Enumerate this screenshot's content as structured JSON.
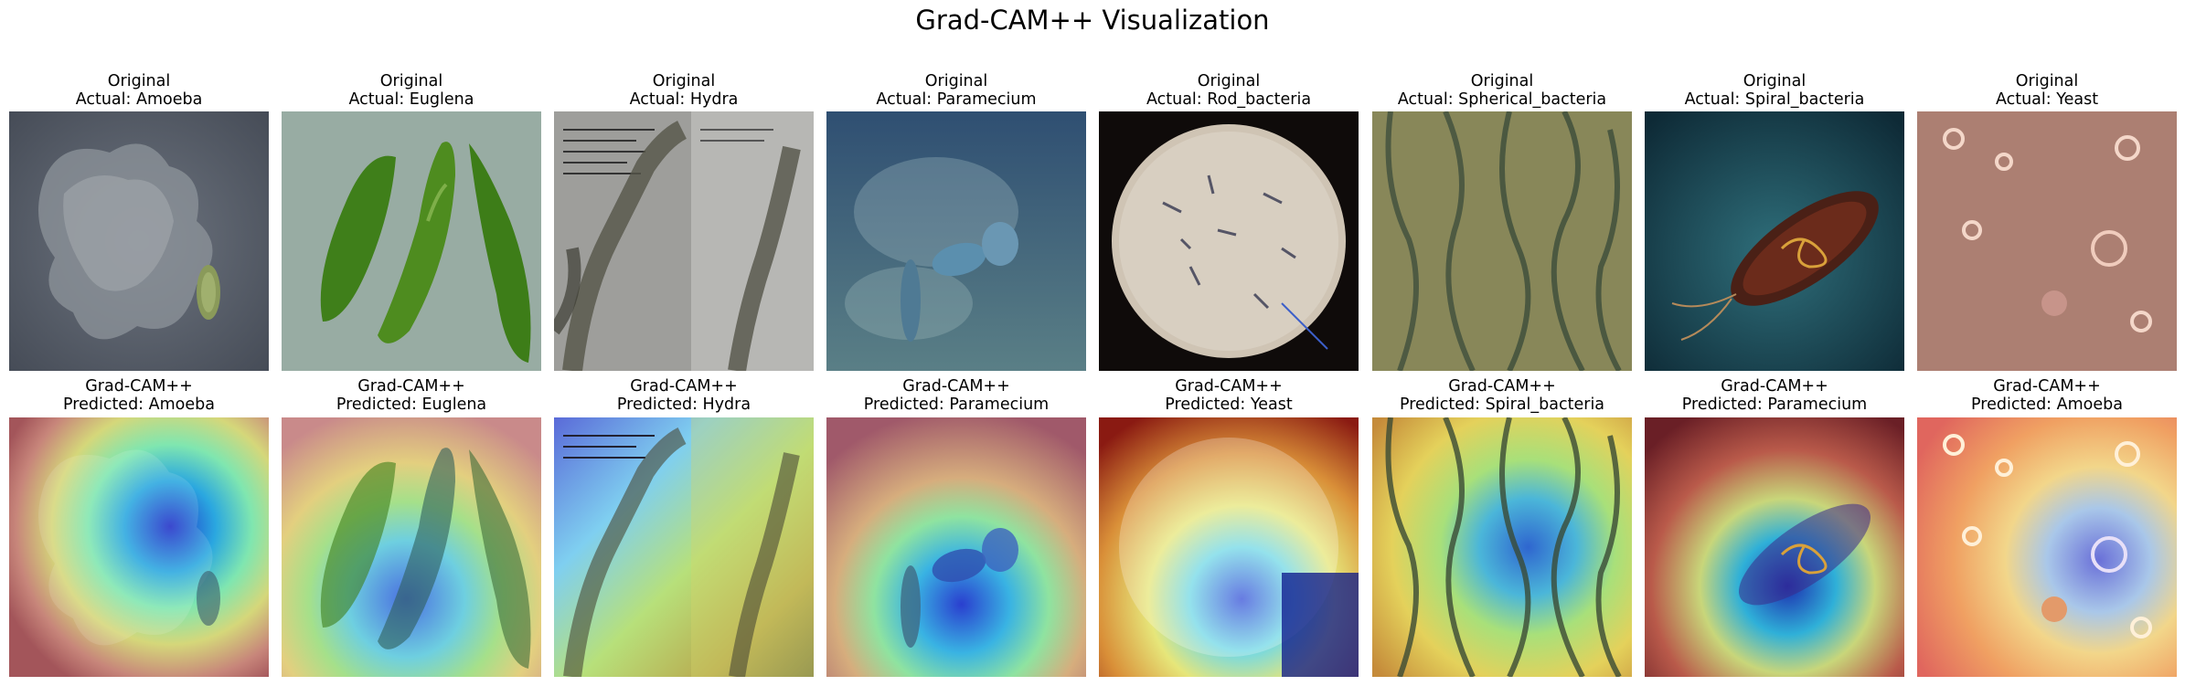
{
  "title": "Grad-CAM++ Visualization",
  "original_label": "Original",
  "gradcam_label": "Grad-CAM++",
  "panels": [
    {
      "actual": "Actual: Amoeba",
      "predicted": "Predicted: Amoeba"
    },
    {
      "actual": "Actual: Euglena",
      "predicted": "Predicted: Euglena"
    },
    {
      "actual": "Actual: Hydra",
      "predicted": "Predicted: Hydra"
    },
    {
      "actual": "Actual: Paramecium",
      "predicted": "Predicted: Paramecium"
    },
    {
      "actual": "Actual: Rod_bacteria",
      "predicted": "Predicted: Yeast"
    },
    {
      "actual": "Actual: Spherical_bacteria",
      "predicted": "Predicted: Spiral_bacteria"
    },
    {
      "actual": "Actual: Spiral_bacteria",
      "predicted": "Predicted: Paramecium"
    },
    {
      "actual": "Actual: Yeast",
      "predicted": "Predicted: Amoeba"
    }
  ]
}
